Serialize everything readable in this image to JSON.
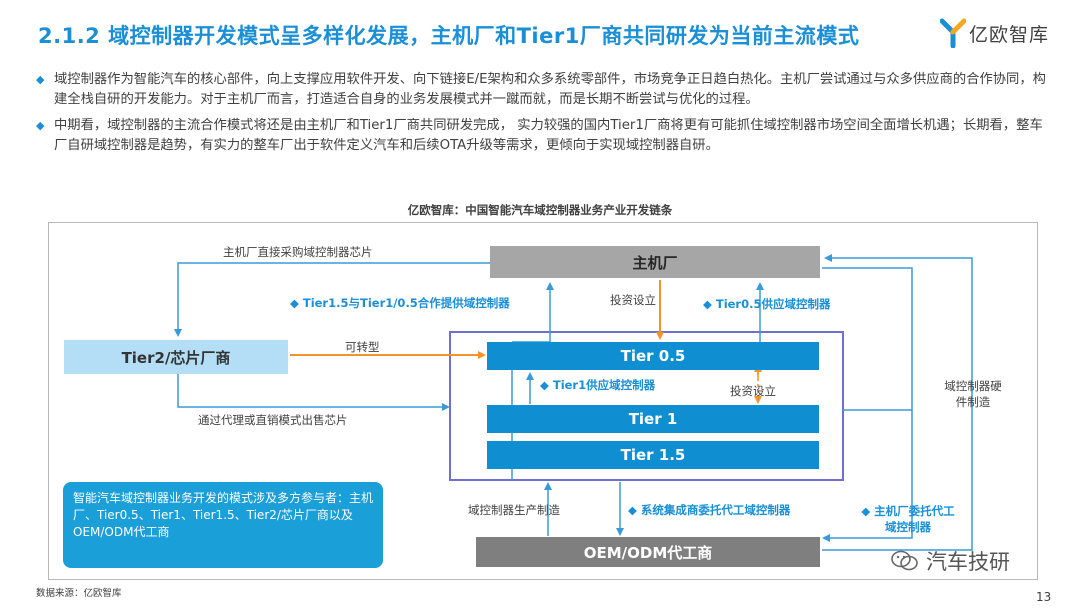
{
  "header": {
    "title": "2.1.2 域控制器开发模式呈多样化发展，主机厂和Tier1厂商共同研发为当前主流模式",
    "logo_text": "亿欧智库"
  },
  "bullets": [
    "域控制器作为智能汽车的核心部件，向上支撑应用软件开发、向下链接E/E架构和众多系统零部件，市场竞争正日趋白热化。主机厂尝试通过与众多供应商的合作协同，构建全栈自研的开发能力。对于主机厂而言，打造适合自身的业务发展模式并一蹴而就，而是长期不断尝试与优化的过程。",
    "中期看，域控制器的主流合作模式将还是由主机厂和Tier1厂商共同研发完成，  实力较强的国内Tier1厂商将更有可能抓住域控制器市场空间全面增长机遇；长期看，整车厂自研域控制器是趋势，有实力的整车厂出于软件定义汽车和后续OTA升级等需求，更倾向于实现域控制器自研。"
  ],
  "diagram": {
    "title": "亿欧智库：中国智能汽车域控制器业务产业开发链条",
    "nodes": {
      "oem": "主机厂",
      "tier2": "Tier2/芯片厂商",
      "tier05": "Tier 0.5",
      "tier1": "Tier 1",
      "tier15": "Tier 1.5",
      "odm": "OEM/ODM代工商"
    },
    "labels": {
      "direct_buy": "主机厂直接采购域控制器芯片",
      "tier15_coop": "◆ Tier1.5与Tier1/0.5合作提供域控制器",
      "invest1": "投资设立",
      "tier05_supply": "◆ Tier0.5供应域控制器",
      "convertible": "可转型",
      "tier1_supply": "◆ Tier1供应域控制器",
      "invest2": "投资设立",
      "agent_sale": "通过代理或直销模式出售芯片",
      "hardware": "域控制器硬件制造",
      "production": "域控制器生产制造",
      "integrator": "◆ 系统集成商委托代工域控制器",
      "oem_commission": "◆ 主机厂委托代工域控制器"
    },
    "note": "智能汽车域控制器业务开发的模式涉及多方参与者：主机厂、Tier0.5、Tier1、Tier1.5、Tier2/芯片厂商以及OEM/ODM代工商"
  },
  "footer": {
    "source": "数据来源：亿欧智库",
    "page": "13",
    "watermark": "汽车技研"
  },
  "colors": {
    "accent": "#1a8fd6",
    "arrow_blue": "#3a9ad9",
    "arrow_orange": "#f5922a",
    "frame_purple": "#6f6fd0"
  }
}
